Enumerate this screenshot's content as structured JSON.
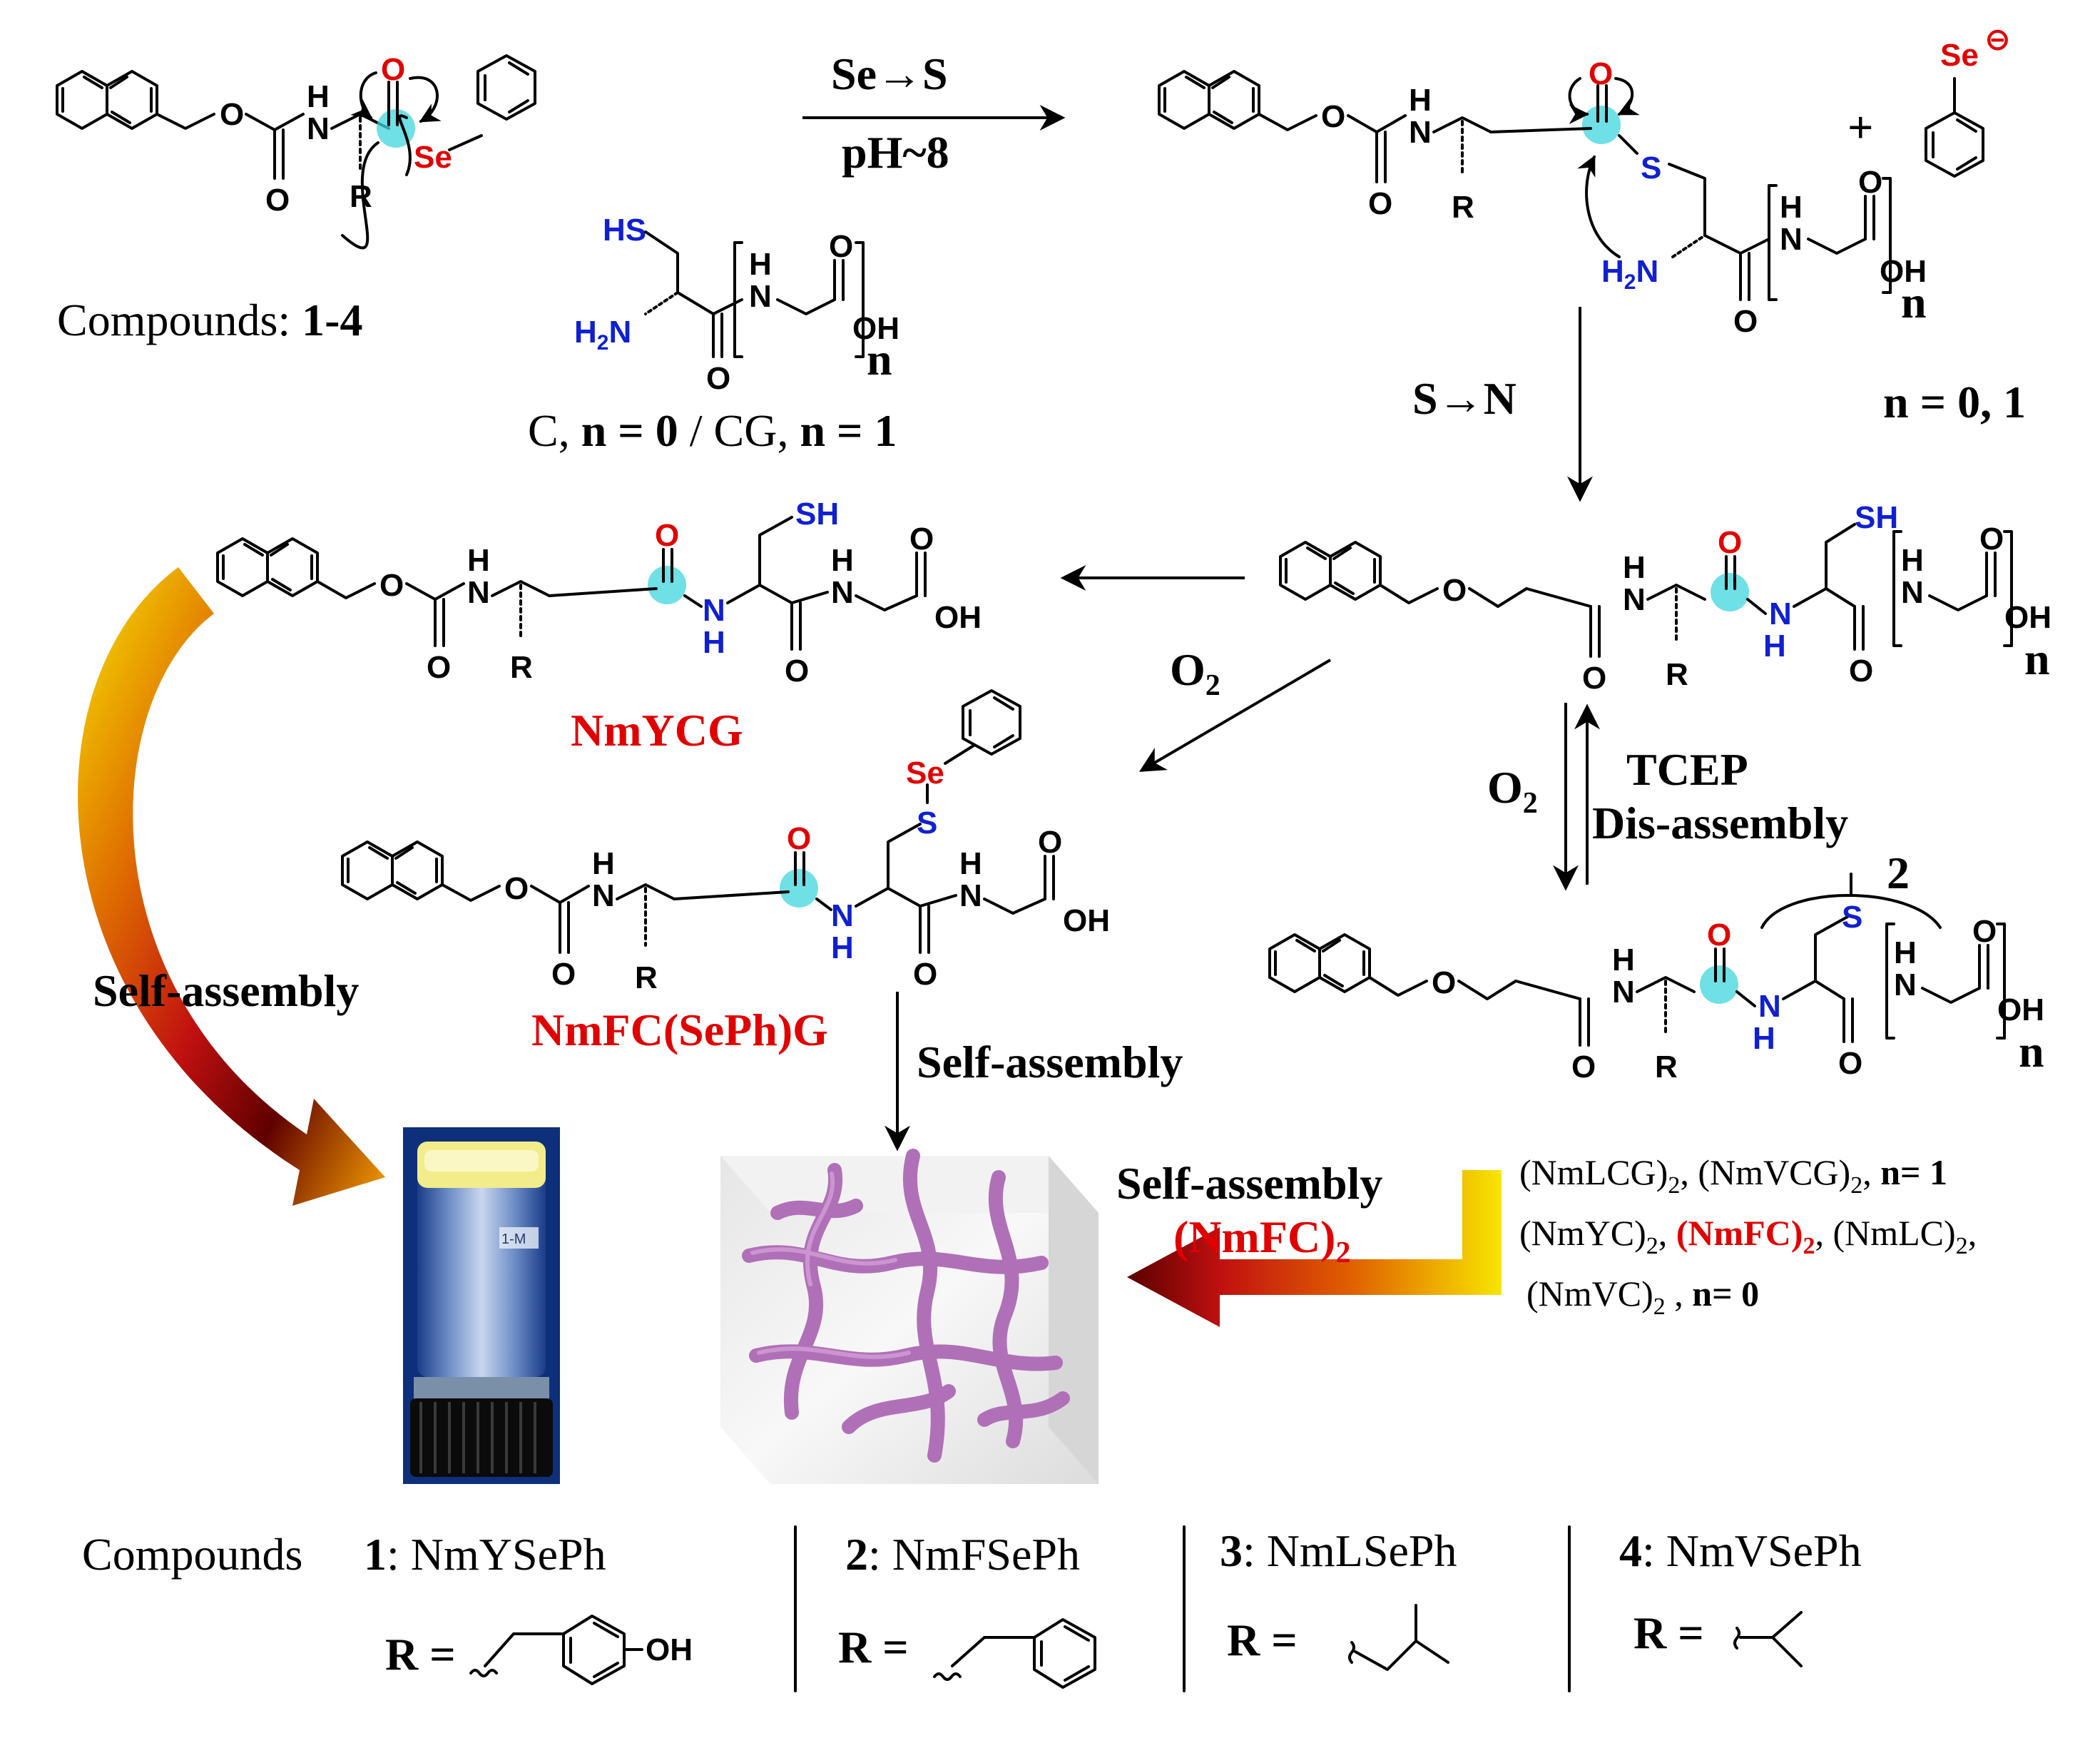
{
  "colors": {
    "heteroatom_red": "#e00000",
    "heteroatom_blue": "#1020d0",
    "highlight_cyan": "#3fd6dc",
    "fiber_purple": "#b070b8",
    "arrow_gradient": [
      "#f7e600",
      "#f08000",
      "#d01010",
      "#5a0000"
    ]
  },
  "atoms": {
    "O": "O",
    "N": "N",
    "H": "H",
    "HN": "H",
    "Se": "Se",
    "S": "S",
    "SH": "SH",
    "HS": "HS",
    "OH": "OH",
    "R": "R",
    "H2N_H": "H",
    "H2N_sub": "2",
    "H2N_N": "N"
  },
  "step1": {
    "conditions_top": "Se→S",
    "conditions_bottom": "pH~8",
    "se_anion": "Se",
    "se_charge": "⊖",
    "plus": "+"
  },
  "compounds_label": {
    "prefix": "Compounds: ",
    "bold": "1-4"
  },
  "cys_label": {
    "c": "C, ",
    "n0": "n = 0",
    "mid": " / CG, ",
    "n1": "n = 1"
  },
  "n_letter": "n",
  "n_values": "n = 0, 1",
  "s_to_n": "S→N",
  "o2": {
    "o": "O",
    "sub": "2"
  },
  "tcep": "TCEP",
  "disassembly": "Dis-assembly",
  "dimer_subscript": "2",
  "product_names": {
    "nmycg": "NmYCG",
    "nmfcsephg": "NmFC(SePh)G"
  },
  "self_assembly": "Self-assembly",
  "nmfc2_red": {
    "main": "(NmFC)",
    "sub": "2"
  },
  "dimer_list": {
    "line1": [
      "(NmLCG)",
      "2",
      ", (NmVCG)",
      "2",
      ",  ",
      "n= 1"
    ],
    "line2": [
      "(NmYC)",
      "2",
      ", ",
      "(NmFC)",
      "2",
      ", (NmLC)",
      "2",
      ","
    ],
    "line3": [
      "(NmVC)",
      "2",
      " , ",
      "n= 0"
    ]
  },
  "vial_label": "1-M",
  "legend": {
    "compounds_word": "Compounds",
    "items": [
      {
        "num": "1",
        "name": ": NmYSePh",
        "r": "R =",
        "group_oh": "OH"
      },
      {
        "num": "2",
        "name": ": NmFSePh",
        "r": "R ="
      },
      {
        "num": "3",
        "name": ": NmLSePh",
        "r": "R ="
      },
      {
        "num": "4",
        "name": ": NmVSePh",
        "r": "R ="
      }
    ]
  }
}
